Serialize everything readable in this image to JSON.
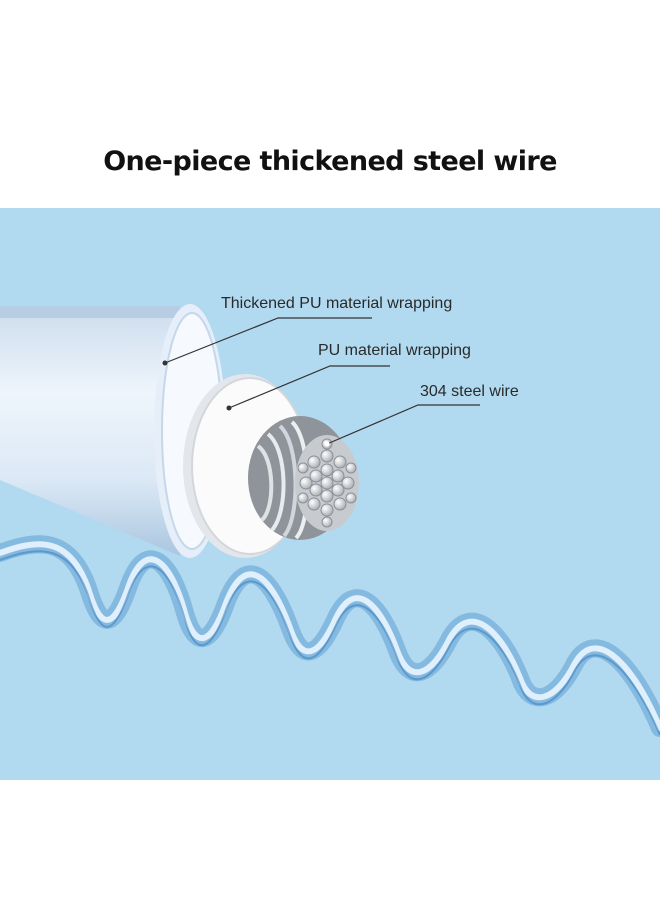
{
  "title": "One-piece thickened steel wire",
  "labels": {
    "outer": "Thickened PU material wrapping",
    "inner": "PU material wrapping",
    "core": "304 steel wire"
  },
  "colors": {
    "background": "#b1d9ef",
    "title": "#111111",
    "cable_body": "#dce9f6",
    "inner_wrap": "#f4f4f4",
    "steel": "#b8bcc0"
  }
}
